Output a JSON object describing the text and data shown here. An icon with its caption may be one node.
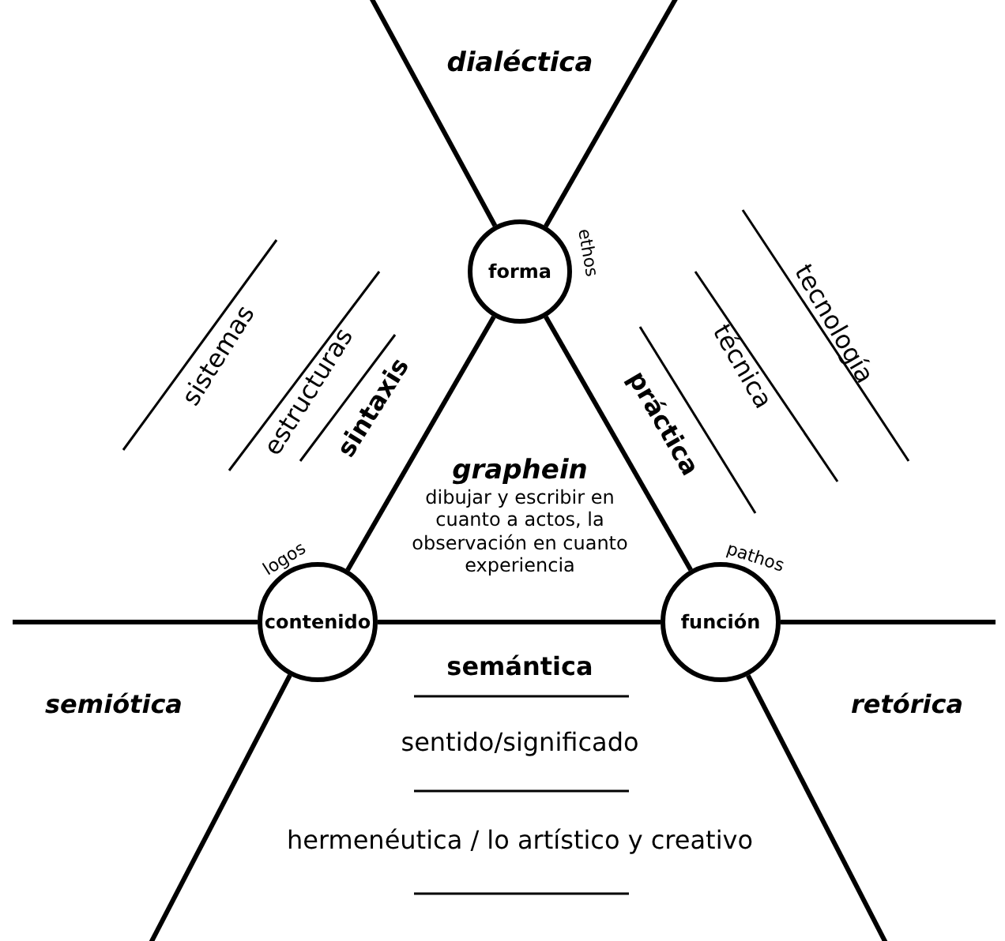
{
  "diagram": {
    "nodes": [
      {
        "text": [
          "forma"
        ],
        "beside": [
          "ethos"
        ]
      },
      {
        "text": [
          "contenido"
        ],
        "beside": [
          "logos"
        ]
      },
      {
        "text": [
          "función"
        ],
        "beside": [
          "pathos"
        ]
      }
    ],
    "edges": [
      {
        "from": 0,
        "to": 1,
        "arrow": "none"
      },
      {
        "from": 0,
        "to": 2,
        "arrow": "none"
      },
      {
        "from": 1,
        "to": 2,
        "arrow": "none"
      },
      {
        "from": null,
        "to": 0,
        "arrow": "none"
      },
      {
        "from": null,
        "to": 0,
        "arrow": "none"
      },
      {
        "from": null,
        "to": 1,
        "arrow": "none"
      },
      {
        "from": null,
        "to": 1,
        "arrow": "none"
      },
      {
        "from": null,
        "to": 2,
        "arrow": "none"
      },
      {
        "from": null,
        "to": 2,
        "arrow": "none"
      }
    ],
    "labels": [
      "dialéctica",
      "sistemas",
      "estructuras",
      "sintaxis",
      "práctica",
      "técnica",
      "tecnología",
      "graphein",
      "dibujar y escribir en cuanto a actos, la observación en cuanto experiencia",
      "semiótica",
      "retórica",
      "semántica",
      "sentido/significado",
      "hermenéutica / lo artístico y creativo"
    ]
  }
}
